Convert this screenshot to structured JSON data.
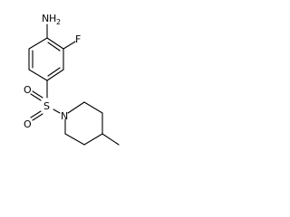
{
  "molecule": {
    "amine_group": {
      "symbol": "N",
      "subscript": "2",
      "hydrogen": "H"
    },
    "fluorine": {
      "symbol": "F"
    },
    "sulfur": {
      "symbol": "S"
    },
    "sulfonyl_oxygen_top": {
      "symbol": "O"
    },
    "sulfonyl_oxygen_bottom": {
      "symbol": "O"
    },
    "piperidine_nitrogen": {
      "symbol": "N"
    }
  },
  "colors": {
    "bond": "#000000",
    "background": "#ffffff"
  }
}
